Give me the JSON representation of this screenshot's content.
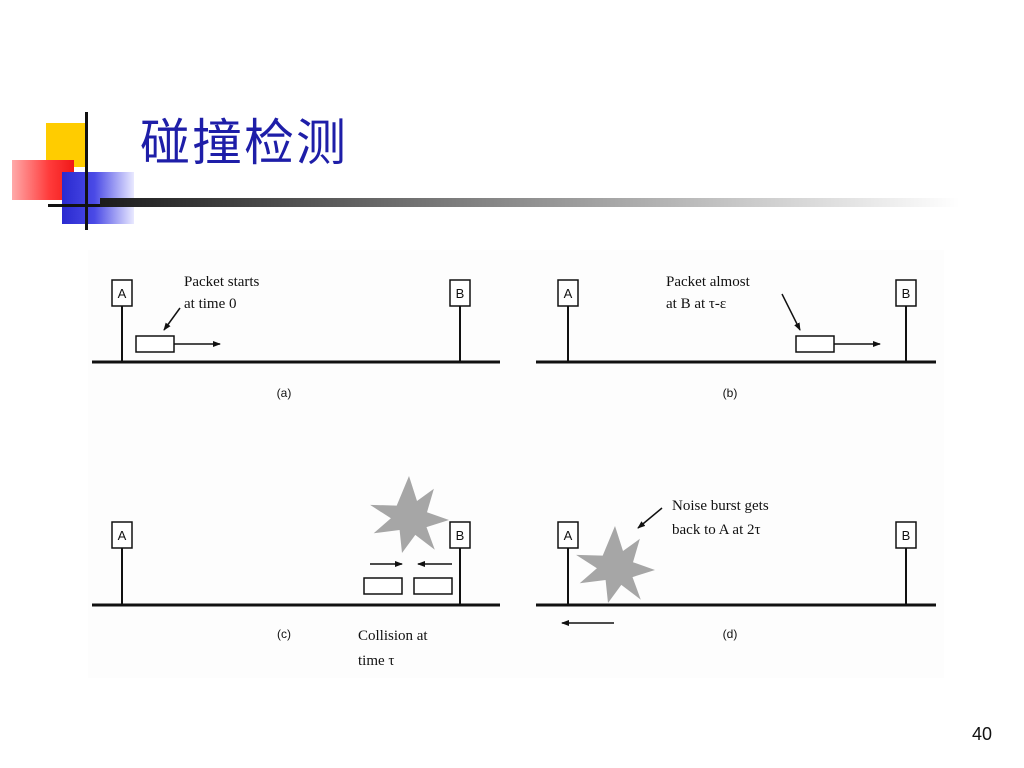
{
  "slide": {
    "title": "碰撞检测",
    "page_number": "40"
  },
  "panels": {
    "a": {
      "tag": "(a)",
      "station_a": "A",
      "station_b": "B",
      "caption_line1": "Packet starts",
      "caption_line2": "at time 0"
    },
    "b": {
      "tag": "(b)",
      "station_a": "A",
      "station_b": "B",
      "caption_line1": "Packet almost",
      "caption_line2": "at B at τ-ε"
    },
    "c": {
      "tag": "(c)",
      "station_a": "A",
      "station_b": "B",
      "caption_line1": "Collision at",
      "caption_line2": "time τ"
    },
    "d": {
      "tag": "(d)",
      "station_a": "A",
      "station_b": "B",
      "caption_line1": "Noise burst gets",
      "caption_line2": "back to A at 2τ"
    }
  },
  "colors": {
    "title": "#1e1ea8",
    "burst": "#a6a6a6",
    "line": "#111111"
  }
}
